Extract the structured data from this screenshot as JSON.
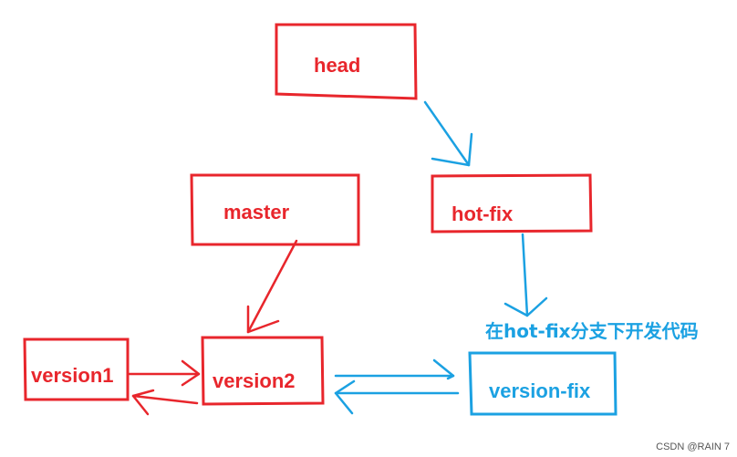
{
  "colors": {
    "red": "#e8262c",
    "blue": "#1ba1e2",
    "watermark": "#555555"
  },
  "nodes": {
    "head": {
      "label": "head"
    },
    "hotfix": {
      "label": "hot-fix"
    },
    "master": {
      "label": "master"
    },
    "version1": {
      "label": "version1"
    },
    "version2": {
      "label": "version2"
    },
    "versionfix": {
      "label": "version-fix"
    }
  },
  "annotation": {
    "text": "在hot-fix分支下开发代码"
  },
  "watermark": {
    "text": "CSDN @RAIN 7"
  }
}
